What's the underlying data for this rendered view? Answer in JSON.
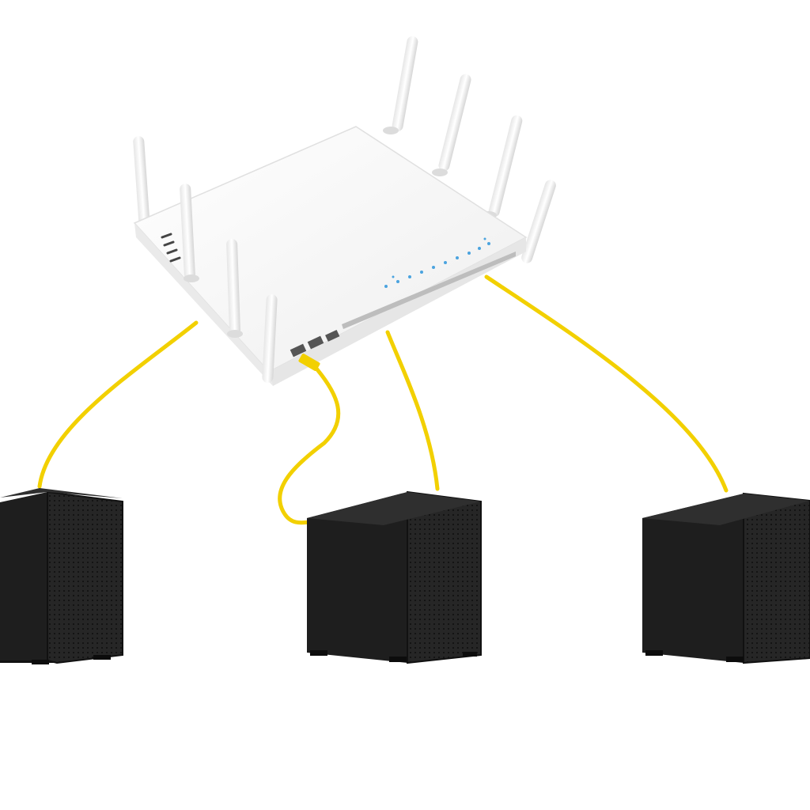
{
  "scene": {
    "background_color": "#ffffff",
    "router": {
      "body_color": "#f4f4f4",
      "edge_color": "#d9d9d9",
      "antenna_count": 8,
      "led_color": "#4aa3df",
      "led_count": 12
    },
    "cables": {
      "color": "#f2d000",
      "count": 4
    },
    "computers": {
      "body_color": "#1c1c1c",
      "mesh_color": "#2b2b2b",
      "count": 3
    }
  }
}
